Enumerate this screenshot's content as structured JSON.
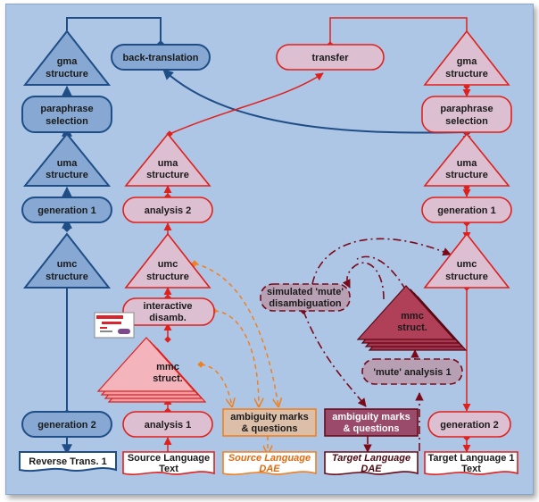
{
  "left_column": {
    "gma": [
      "gma",
      "structure"
    ],
    "paraphrase": [
      "paraphrase",
      "selection"
    ],
    "uma": [
      "uma",
      "structure"
    ],
    "generation1": "generation 1",
    "umc": [
      "umc",
      "structure"
    ],
    "generation2": "generation 2",
    "output": "Reverse Trans. 1"
  },
  "back_translation": "back-translation",
  "transfer": "transfer",
  "source_column": {
    "uma": [
      "uma",
      "structure"
    ],
    "analysis2": "analysis 2",
    "umc": [
      "umc",
      "structure"
    ],
    "interactive": [
      "interactive",
      "disamb."
    ],
    "mmc": [
      "mmc",
      "struct."
    ],
    "analysis1": "analysis 1",
    "input": [
      "Source Language",
      "Text"
    ]
  },
  "ambiguity_source": {
    "box": [
      "ambiguity marks",
      "& questions"
    ],
    "dae": [
      "Source Language",
      "DAE"
    ]
  },
  "mute": {
    "simulated": [
      "simulated 'mute'",
      "disambiguation"
    ],
    "mmc": [
      "mmc",
      "struct."
    ],
    "analysis": "'mute' analysis 1"
  },
  "ambiguity_target": {
    "box": [
      "ambiguity marks",
      "& questions"
    ],
    "dae": [
      "Target Language",
      "DAE"
    ]
  },
  "right_column": {
    "gma": [
      "gma",
      "structure"
    ],
    "paraphrase": [
      "paraphrase",
      "selection"
    ],
    "uma": [
      "uma",
      "structure"
    ],
    "generation1": "generation 1",
    "umc": [
      "umc",
      "structure"
    ],
    "generation2": "generation 2",
    "output": [
      "Target Language 1",
      "Text"
    ]
  },
  "colors": {
    "background": "#aec6e6",
    "blue": "#1f4e86",
    "red": "#e0201c",
    "orange": "#f08020",
    "dark_red": "#7a0a1a"
  }
}
